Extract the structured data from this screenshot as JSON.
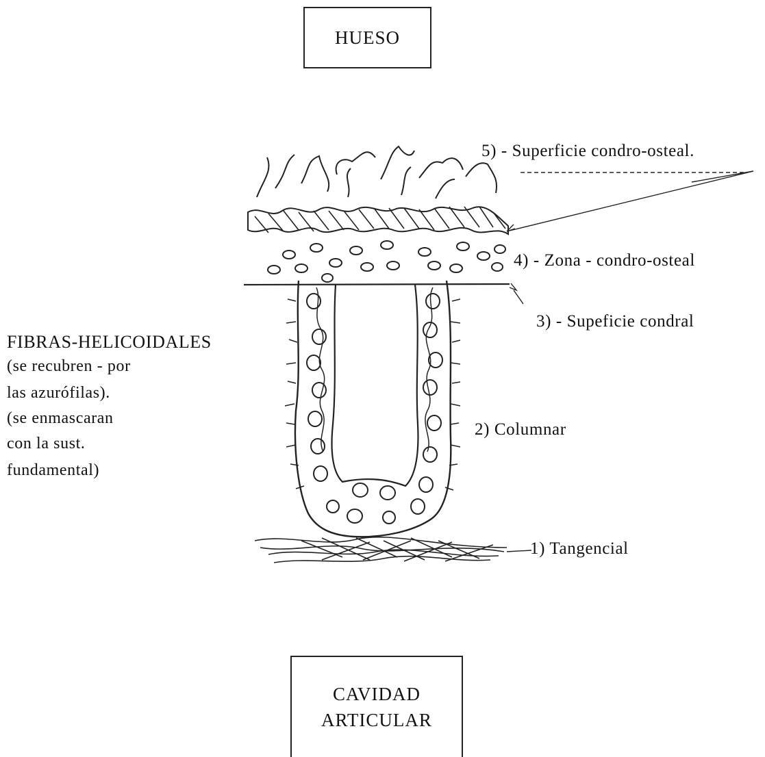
{
  "top_box": {
    "label": "HUESO"
  },
  "bottom_box": {
    "lines": [
      "CAVIDAD",
      "ARTICULAR"
    ]
  },
  "layers": [
    {
      "id": "5",
      "label": "5) - Superficie condro-osteal."
    },
    {
      "id": "4",
      "label": "4) - Zona - condro-osteal"
    },
    {
      "id": "3",
      "label": "3) - Supeficie condral"
    },
    {
      "id": "2",
      "label": "2) Columnar"
    },
    {
      "id": "1",
      "label": "1) Tangencial"
    }
  ],
  "side_note": {
    "title": "FIBRAS-HELICOIDALES",
    "lines": [
      "(se recubren - por",
      "las azurófilas).",
      "(se enmascaran",
      "con la sust.",
      "fundamental)"
    ]
  }
}
